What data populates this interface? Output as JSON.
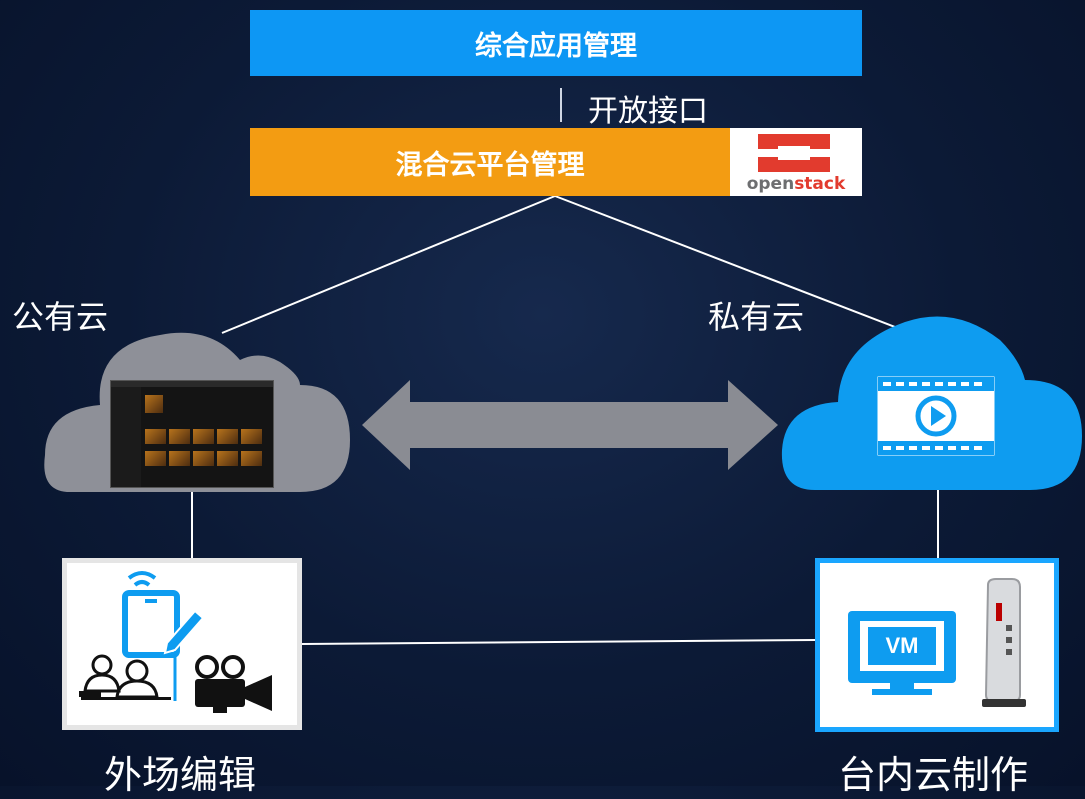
{
  "diagram": {
    "top_bar": "综合应用管理",
    "interface_label": "开放接口",
    "hybrid_bar": "混合云平台管理",
    "openstack": {
      "text_dark": "open",
      "text_red": "stack"
    },
    "public_cloud": "公有云",
    "private_cloud": "私有云",
    "field_editing": "外场编辑",
    "studio_production": "台内云制作",
    "vm_label": "VM"
  },
  "colors": {
    "top_bar": "#0d97f4",
    "hybrid_bar": "#f39c12",
    "public_cloud": "#8e9098",
    "private_cloud": "#0e9cf0",
    "studio_border": "#1aa6ff",
    "field_border": "#e5e5e5",
    "arrow": "#8a8c93"
  },
  "icons": [
    "openstack-logo",
    "video-player-icon",
    "tablet-pen-icon",
    "people-at-desks-icon",
    "video-camera-icon",
    "vm-monitor-icon",
    "thin-client-icon",
    "double-arrow-icon"
  ]
}
